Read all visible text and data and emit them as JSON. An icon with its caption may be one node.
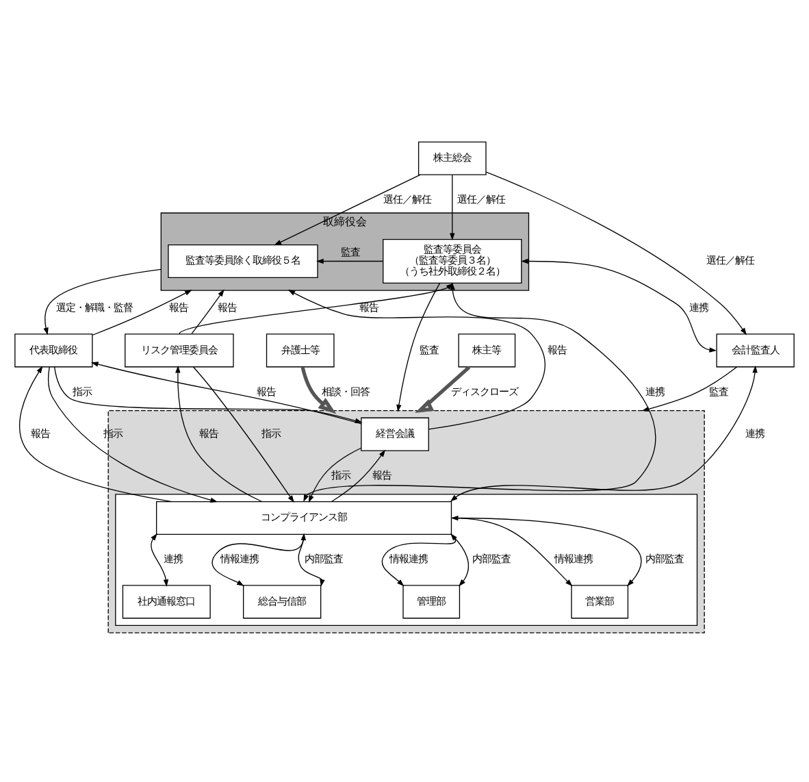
{
  "diagram": {
    "nodes": [
      {
        "text": [
          "株主総会"
        ]
      },
      {
        "text": [
          "取締役会"
        ]
      },
      {
        "text": [
          "監査等委員除く取締役５名"
        ],
        "in": 1
      },
      {
        "text": [
          "監査等委員会",
          "（監査等委員３名）",
          "（うち社外取締役２名）"
        ],
        "in": 1
      },
      {
        "text": [
          "会計監査人"
        ]
      },
      {
        "text": [
          "代表取締役"
        ]
      },
      {
        "text": [
          "リスク管理委員会"
        ]
      },
      {
        "text": [],
        "shape": "box"
      },
      {
        "text": [
          "経営会議"
        ],
        "in": 7
      },
      {
        "text": [],
        "shape": "box",
        "in": 7
      },
      {
        "text": [
          "コンプライアンス部"
        ],
        "in": 9
      },
      {
        "text": [
          "社内通報窓口"
        ],
        "in": 9
      },
      {
        "text": [
          "総合与信部"
        ],
        "in": 9
      },
      {
        "text": [
          "管理部"
        ],
        "in": 9
      },
      {
        "text": [
          "営業部"
        ],
        "in": 9
      },
      {
        "text": [
          "弁護士等"
        ]
      },
      {
        "text": [
          "株主等"
        ]
      }
    ],
    "edges": [
      {
        "from": 0,
        "to": 2,
        "arrow": "to",
        "label": "選任／解任"
      },
      {
        "from": 0,
        "to": 3,
        "arrow": "to",
        "label": "選任／解任"
      },
      {
        "from": 0,
        "to": 4,
        "arrow": "to",
        "label": "選任／解任"
      },
      {
        "from": 3,
        "to": 2,
        "arrow": "to",
        "label": "監査"
      },
      {
        "from": 3,
        "to": 4,
        "arrow": "both",
        "label": "連携"
      },
      {
        "from": 1,
        "to": 5,
        "arrow": "to",
        "label": "選定・解職・監督"
      },
      {
        "from": 5,
        "to": 1,
        "arrow": "to",
        "label": "報告"
      },
      {
        "from": 8,
        "to": 1,
        "arrow": "to",
        "label": "報告"
      },
      {
        "from": 6,
        "to": 1,
        "arrow": "to",
        "label": "報告"
      },
      {
        "from": 6,
        "to": 3,
        "arrow": "to",
        "label": "報告"
      },
      {
        "from": 3,
        "to": 7,
        "arrow": "to",
        "label": "監査"
      },
      {
        "from": 3,
        "to": 10,
        "arrow": "both",
        "label": "連携"
      },
      {
        "from": 4,
        "to": 7,
        "arrow": "to",
        "label": "監査"
      },
      {
        "from": 4,
        "to": 10,
        "arrow": "both",
        "label": "連携"
      },
      {
        "from": 5,
        "to": 10,
        "arrow": "to",
        "label": "指示"
      },
      {
        "from": 10,
        "to": 5,
        "arrow": "to",
        "label": "報告"
      },
      {
        "from": 5,
        "to": 8,
        "arrow": "to",
        "label": "指示"
      },
      {
        "from": 8,
        "to": 5,
        "arrow": "to",
        "label": "報告"
      },
      {
        "from": 6,
        "to": 10,
        "arrow": "to",
        "label": "指示"
      },
      {
        "from": 10,
        "to": 6,
        "arrow": "to",
        "label": "報告"
      },
      {
        "from": 8,
        "to": 10,
        "arrow": "to",
        "label": "指示"
      },
      {
        "from": 10,
        "to": 8,
        "arrow": "to",
        "label": "報告"
      },
      {
        "from": 10,
        "to": 11,
        "arrow": "both",
        "label": "連携"
      },
      {
        "from": 10,
        "to": 12,
        "arrow": "both",
        "label": "情報連携"
      },
      {
        "from": 10,
        "to": 12,
        "arrow": "to",
        "label": "内部監査"
      },
      {
        "from": 10,
        "to": 13,
        "arrow": "both",
        "label": "情報連携"
      },
      {
        "from": 10,
        "to": 13,
        "arrow": "to",
        "label": "内部監査"
      },
      {
        "from": 10,
        "to": 14,
        "arrow": "both",
        "label": "情報連携"
      },
      {
        "from": 10,
        "to": 14,
        "arrow": "to",
        "label": "内部監査"
      },
      {
        "from": 15,
        "to": 7,
        "arrow": "to",
        "label": "相談・回答",
        "style": "thick"
      },
      {
        "from": 16,
        "to": 7,
        "arrow": "to",
        "label": "ディスクローズ",
        "style": "thick"
      }
    ]
  }
}
